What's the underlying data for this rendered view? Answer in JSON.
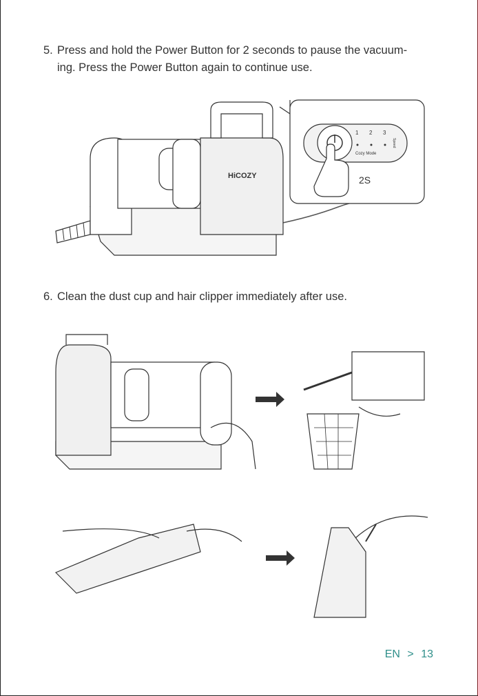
{
  "step5": {
    "number": "5.",
    "lines": [
      "Press and hold the Power Button for 2 seconds to pause the vacuum-",
      "ing. Press the Power Button again to continue use."
    ]
  },
  "step6": {
    "number": "6.",
    "lines": [
      "Clean the dust cup and hair clipper immediately after use."
    ]
  },
  "device": {
    "brand": "HiCOZY"
  },
  "control_panel": {
    "speed_numbers": [
      "1",
      "2",
      "3"
    ],
    "speed_label": "Speed",
    "mode_label": "Cozy Mode",
    "hold_time": "2S"
  },
  "footer": {
    "lang": "EN",
    "separator": ">",
    "page": "13",
    "color": "#2f8f8a"
  }
}
